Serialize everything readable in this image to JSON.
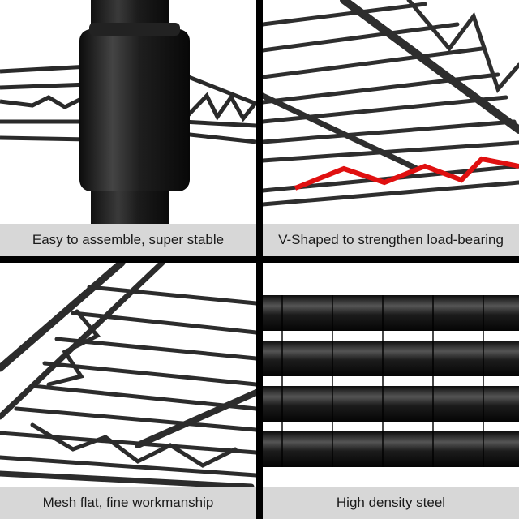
{
  "panels": [
    {
      "caption": "Easy to assemble, super stable"
    },
    {
      "caption": "V-Shaped to strengthen load-bearing"
    },
    {
      "caption": "Mesh flat, fine workmanship"
    },
    {
      "caption": "High density steel"
    }
  ],
  "colors": {
    "steel": "#2a2a2a",
    "highlight": "#e01010",
    "caption_bg": "#d7d7d7"
  }
}
